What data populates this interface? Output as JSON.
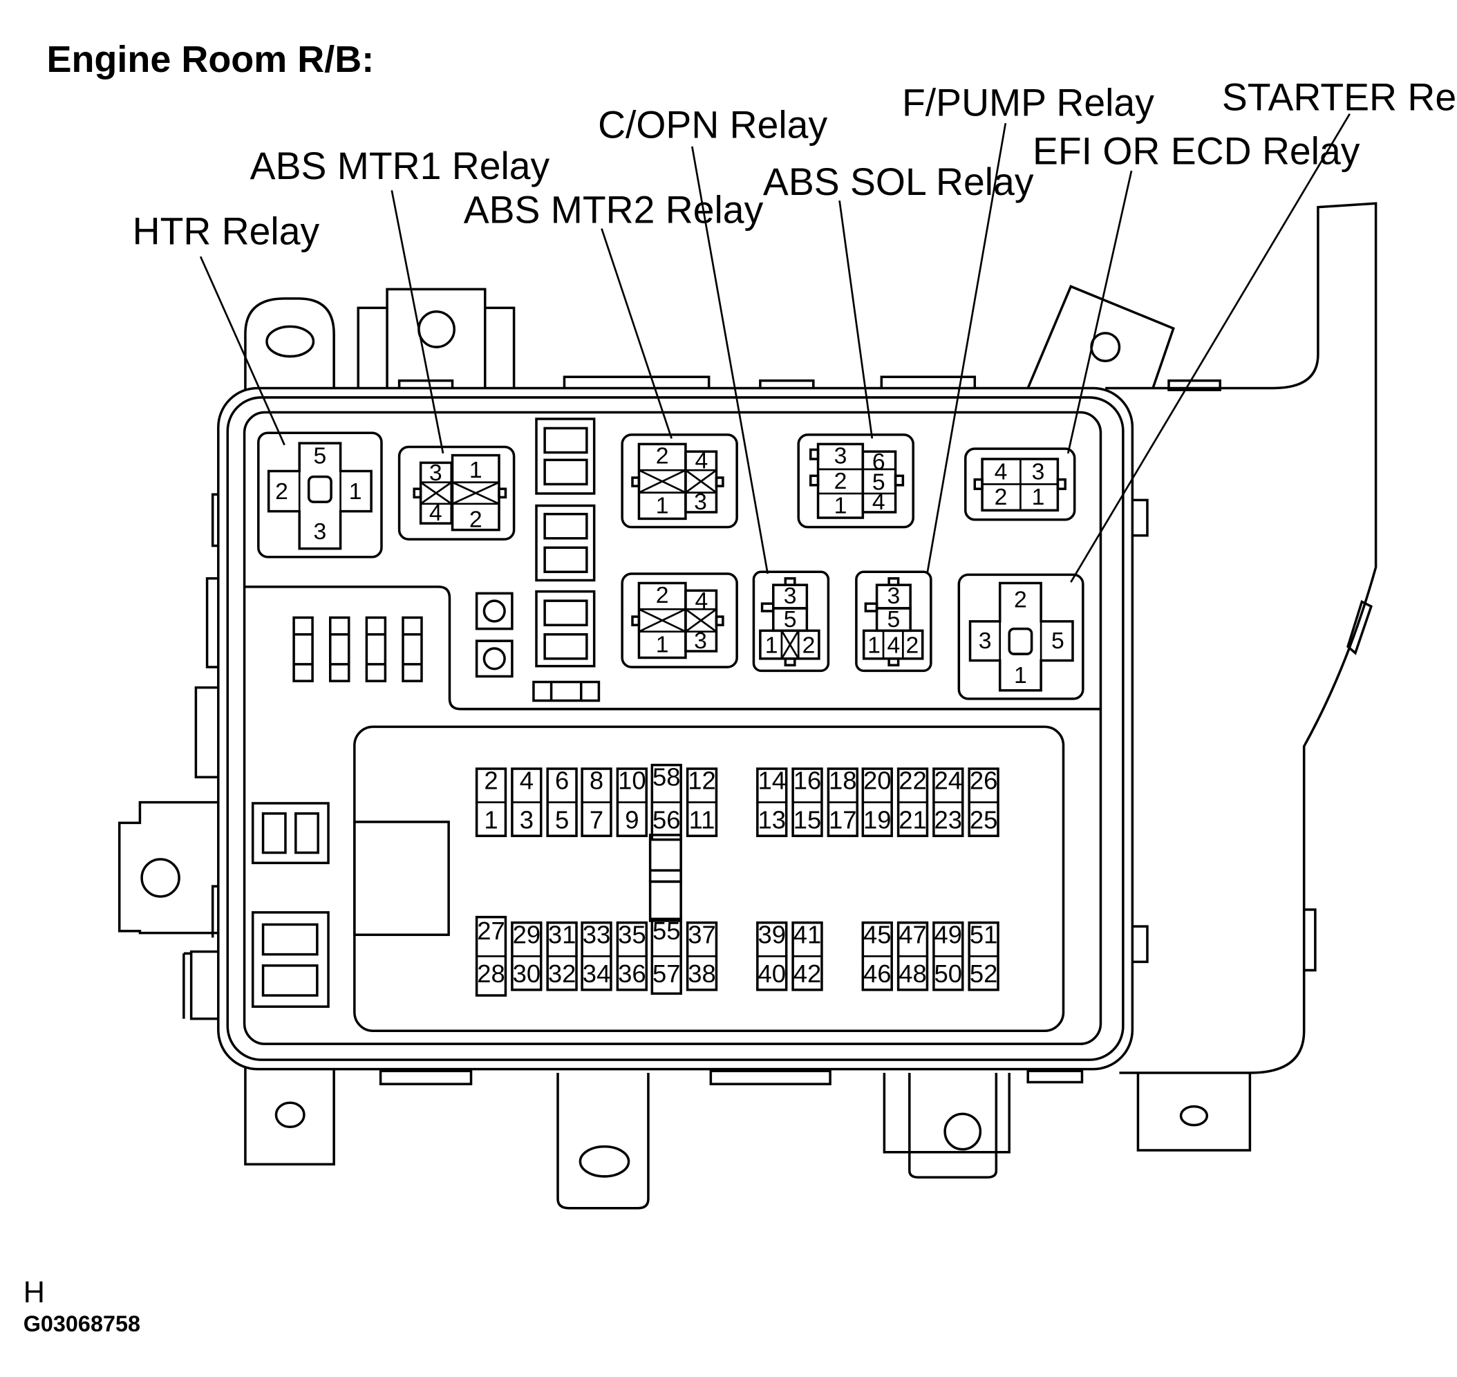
{
  "diagram": {
    "title": "Engine Room R/B:",
    "relays": [
      {
        "id": "htr",
        "label": "HTR Relay"
      },
      {
        "id": "abs_mtr1",
        "label": "ABS MTR1 Relay"
      },
      {
        "id": "abs_mtr2",
        "label": "ABS MTR2 Relay"
      },
      {
        "id": "c_opn",
        "label": "C/OPN Relay"
      },
      {
        "id": "abs_sol",
        "label": "ABS SOL Relay"
      },
      {
        "id": "f_pump",
        "label": "F/PUMP Relay"
      },
      {
        "id": "efi_ecd",
        "label": "EFI OR ECD Relay"
      },
      {
        "id": "starter",
        "label": "STARTER Relay"
      }
    ],
    "relay_pins": {
      "htr": [
        "5",
        "2",
        "1",
        "3"
      ],
      "abs_mtr1": [
        "3",
        "1",
        "4",
        "2"
      ],
      "abs_mtr2": [
        "2",
        "4",
        "1",
        "3"
      ],
      "lower_left": [
        "2",
        "4",
        "1",
        "3"
      ],
      "abs_sol": [
        "3",
        "6",
        "2",
        "5",
        "1",
        "4"
      ],
      "efi_ecd": [
        "4",
        "3",
        "2",
        "1"
      ],
      "c_opn": [
        "3",
        "5",
        "1",
        "2"
      ],
      "f_pump": [
        "3",
        "5",
        "1",
        "4",
        "2"
      ],
      "starter": [
        "2",
        "3",
        "5",
        "1"
      ]
    },
    "fuse_terminals": {
      "upper_left": [
        [
          "2",
          "1"
        ],
        [
          "4",
          "3"
        ],
        [
          "6",
          "5"
        ],
        [
          "8",
          "7"
        ],
        [
          "10",
          "9"
        ],
        [
          "58",
          "56"
        ],
        [
          "12",
          "11"
        ]
      ],
      "upper_right": [
        [
          "14",
          "13"
        ],
        [
          "16",
          "15"
        ],
        [
          "18",
          "17"
        ],
        [
          "20",
          "19"
        ],
        [
          "22",
          "21"
        ],
        [
          "24",
          "23"
        ],
        [
          "26",
          "25"
        ]
      ],
      "lower_left": [
        [
          "27",
          "28"
        ],
        [
          "29",
          "30"
        ],
        [
          "31",
          "32"
        ],
        [
          "33",
          "34"
        ],
        [
          "35",
          "36"
        ],
        [
          "55",
          "57"
        ],
        [
          "37",
          "38"
        ]
      ],
      "lower_mid": [
        [
          "39",
          "40"
        ],
        [
          "41",
          "42"
        ]
      ],
      "lower_right": [
        [
          "45",
          "46"
        ],
        [
          "47",
          "48"
        ],
        [
          "49",
          "50"
        ],
        [
          "51",
          "52"
        ]
      ]
    },
    "corner_mark": "H",
    "figure_code": "G03068758"
  }
}
